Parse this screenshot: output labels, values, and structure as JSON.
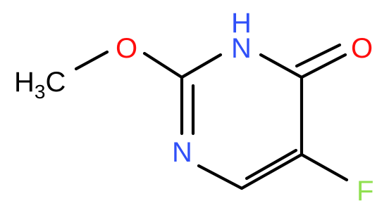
{
  "molecule": {
    "atoms": {
      "methyl_h": "H",
      "methyl_sub": "3",
      "methyl_c": "C",
      "oxygen_ether": "O",
      "nh_n": "N",
      "nh_h": "H",
      "carbonyl_o": "O",
      "ring_n": "N",
      "fluorine": "F"
    },
    "colors": {
      "bond": "#000000",
      "nitrogen": "#3050F8",
      "oxygen": "#FF0D0D",
      "fluorine": "#90E050",
      "carbon": "#000000"
    }
  }
}
